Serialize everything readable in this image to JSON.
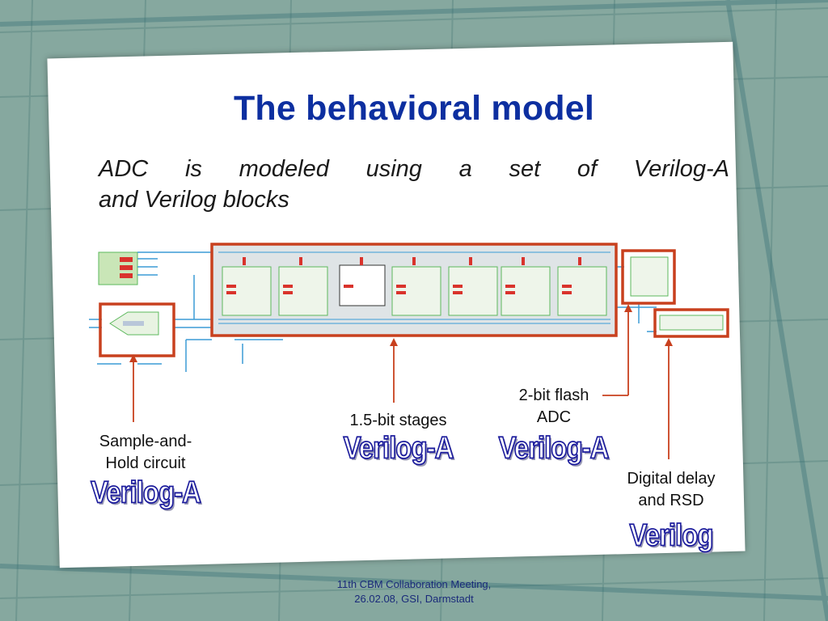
{
  "slide": {
    "title": "The behavioral model",
    "subtitle_line1": "ADC is modeled using a set of Verilog-A",
    "subtitle_line2": "and Verilog blocks",
    "footer_line1": "11th CBM Collaboration Meeting,",
    "footer_line2": "26.02.08, GSI, Darmstadt"
  },
  "labels": {
    "sample_hold_line1": "Sample-and-",
    "sample_hold_line2": "Hold circuit",
    "sample_hold_tag": "Verilog-A",
    "stages": "1.5-bit stages",
    "stages_tag": "Verilog-A",
    "flash_line1": "2-bit flash",
    "flash_line2": "ADC",
    "flash_tag": "Verilog-A",
    "digital_line1": "Digital delay",
    "digital_line2": "and RSD",
    "digital_tag": "Verilog"
  },
  "colors": {
    "highlight_box": "#c8401e",
    "title": "#0d2fa0",
    "schematic_wire": "#3b9bd6",
    "schematic_block": "#58b85a"
  }
}
